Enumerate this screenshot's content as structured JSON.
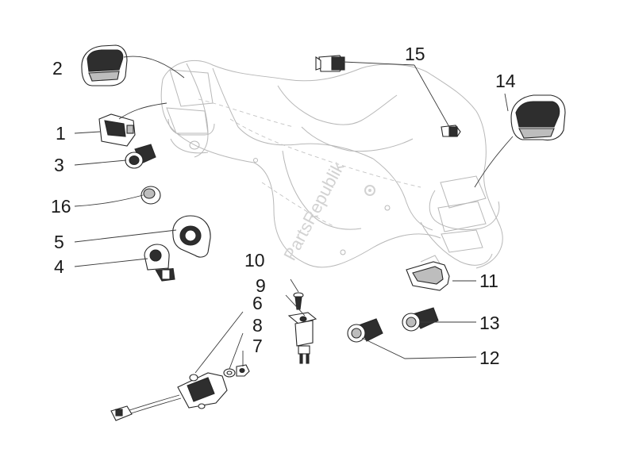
{
  "watermark": "PartsRepublik",
  "callouts": [
    {
      "id": "callout-1",
      "label": "1"
    },
    {
      "id": "callout-2",
      "label": "2"
    },
    {
      "id": "callout-3",
      "label": "3"
    },
    {
      "id": "callout-4",
      "label": "4"
    },
    {
      "id": "callout-5",
      "label": "5"
    },
    {
      "id": "callout-6",
      "label": "6"
    },
    {
      "id": "callout-7",
      "label": "7"
    },
    {
      "id": "callout-8",
      "label": "8"
    },
    {
      "id": "callout-9",
      "label": "9"
    },
    {
      "id": "callout-10",
      "label": "10"
    },
    {
      "id": "callout-11",
      "label": "11"
    },
    {
      "id": "callout-12",
      "label": "12"
    },
    {
      "id": "callout-13",
      "label": "13"
    },
    {
      "id": "callout-14",
      "label": "14"
    },
    {
      "id": "callout-15",
      "label": "15"
    },
    {
      "id": "callout-16",
      "label": "16"
    }
  ]
}
